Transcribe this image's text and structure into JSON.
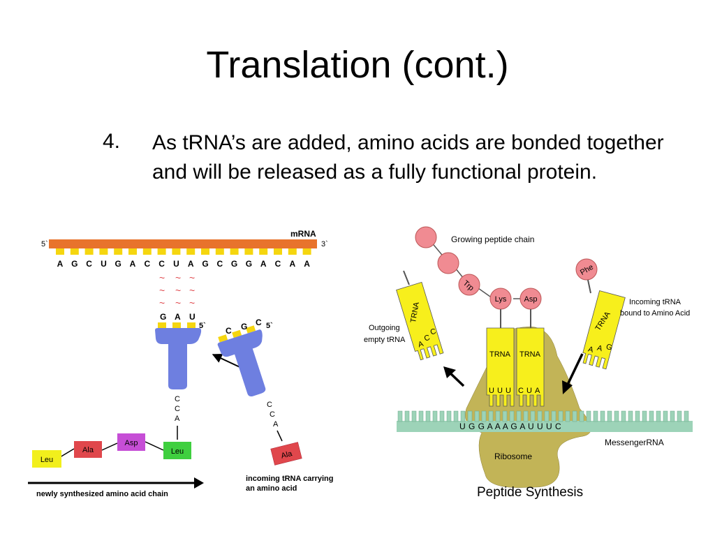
{
  "slide": {
    "title": "Translation (cont.)",
    "bullet_number": "4.",
    "bullet_text": "As tRNA’s are added, amino acids are bonded together and will be released as a fully functional protein."
  },
  "left_diagram": {
    "mrna_label": "mRNA",
    "five_prime": "5`",
    "three_prime": "3`",
    "sequence": [
      "A",
      "G",
      "C",
      "U",
      "G",
      "A",
      "C",
      "C",
      "U",
      "A",
      "G",
      "C",
      "G",
      "G",
      "A",
      "C",
      "A",
      "A"
    ],
    "bound_anticodon": [
      "G",
      "A",
      "U"
    ],
    "bound_five_prime": "5`",
    "bound_tail": [
      "C",
      "C",
      "A"
    ],
    "incoming_anticodon": [
      "C",
      "G",
      "C"
    ],
    "incoming_five_prime": "5`",
    "incoming_tail": [
      "C",
      "C",
      "A"
    ],
    "chain": [
      "Leu",
      "Ala",
      "Asp",
      "Leu"
    ],
    "incoming_amino": "Ala",
    "chain_label": "newly synthesized amino acid chain",
    "incoming_label_line1": "incoming tRNA carrying",
    "incoming_label_line2": "an amino acid",
    "colors": {
      "mrna": "#e8732c",
      "base": "#f5d60f",
      "trna": "#6e7fe0",
      "ala": "#e0474c",
      "asp": "#c64ed6",
      "leu_green": "#3fcf3f",
      "leu_yellow": "#f2ef1c"
    }
  },
  "right_diagram": {
    "growing_label": "Growing peptide chain",
    "amino_trp": "Trp",
    "amino_lys": "Lys",
    "amino_asp": "Asp",
    "amino_phe": "Phe",
    "trna_label": "TRNA",
    "outgoing_label_line1": "Outgoing",
    "outgoing_label_line2": "empty tRNA",
    "outgoing_anticodon": [
      "A",
      "C",
      "C"
    ],
    "incoming_label_line1": "Incoming  tRNA",
    "incoming_label_line2": "bound to Amino Acid",
    "incoming_anticodon": [
      "A",
      "A",
      "G"
    ],
    "site1_anticodon": [
      "U",
      "U",
      "U"
    ],
    "site2_anticodon": [
      "C",
      "U",
      "A"
    ],
    "mrna_sequence": "U G G A A A G A U U U C",
    "ribosome_label": "Ribosome",
    "messenger_label": "MessengerRNA",
    "caption": "Peptide Synthesis",
    "colors": {
      "peptide": "#f08b92",
      "trna": "#f7ef1c",
      "ribosome": "#c2b457",
      "mrna": "#9dd3b8"
    }
  }
}
